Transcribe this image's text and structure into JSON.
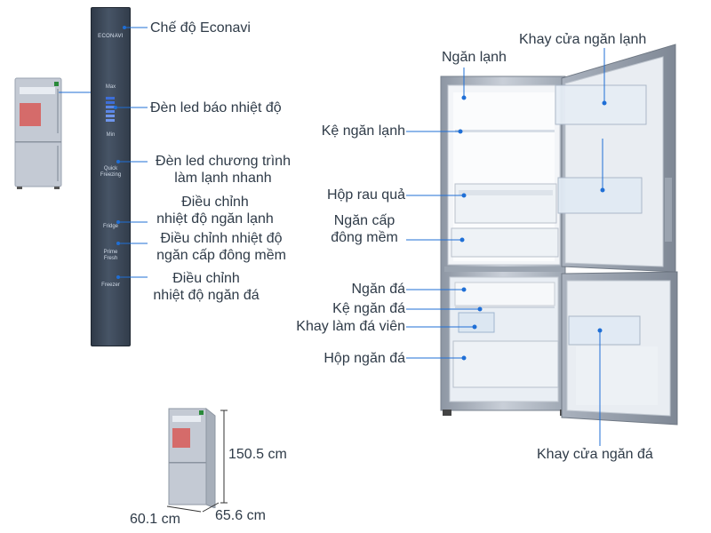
{
  "control_panel": {
    "brand": "ECONAVI",
    "max": "Max",
    "min": "Min",
    "quick_freezing": "Quick\nFreezing",
    "fridge": "Fridge",
    "prime_fresh": "Prime\nFresh",
    "freezer": "Freezer"
  },
  "panel_callouts": {
    "econavi_mode": "Chế độ Econavi",
    "temp_led": "Đèn led báo nhiệt độ",
    "quick_cool_led": "Đèn led chương trình\nlàm lạnh nhanh",
    "fridge_temp": "Điều chỉnh\nnhiệt độ ngăn lạnh",
    "soft_freeze_temp": "Điều chỉnh nhiệt độ\nngăn cấp đông mềm",
    "freezer_temp": "Điều chỉnh\nnhiệt độ ngăn đá"
  },
  "fridge_callouts": {
    "fridge_compartment": "Ngăn lạnh",
    "fridge_door_tray": "Khay cửa ngăn lạnh",
    "fridge_shelf": "Kệ ngăn lạnh",
    "crisper": "Hộp rau quả",
    "soft_freeze": "Ngăn cấp\nđông mềm",
    "freezer_compartment": "Ngăn đá",
    "freezer_shelf": "Kệ ngăn đá",
    "ice_tray": "Khay làm đá viên",
    "freezer_box": "Hộp ngăn đá",
    "freezer_door_tray": "Khay cửa ngăn đá"
  },
  "dimensions": {
    "height": "150.5 cm",
    "width": "60.1 cm",
    "depth": "65.6 cm"
  },
  "colors": {
    "callout_line": "#1f6fd6",
    "panel_dark": "#3a4656",
    "fridge_silver": "#b7bfcb"
  }
}
